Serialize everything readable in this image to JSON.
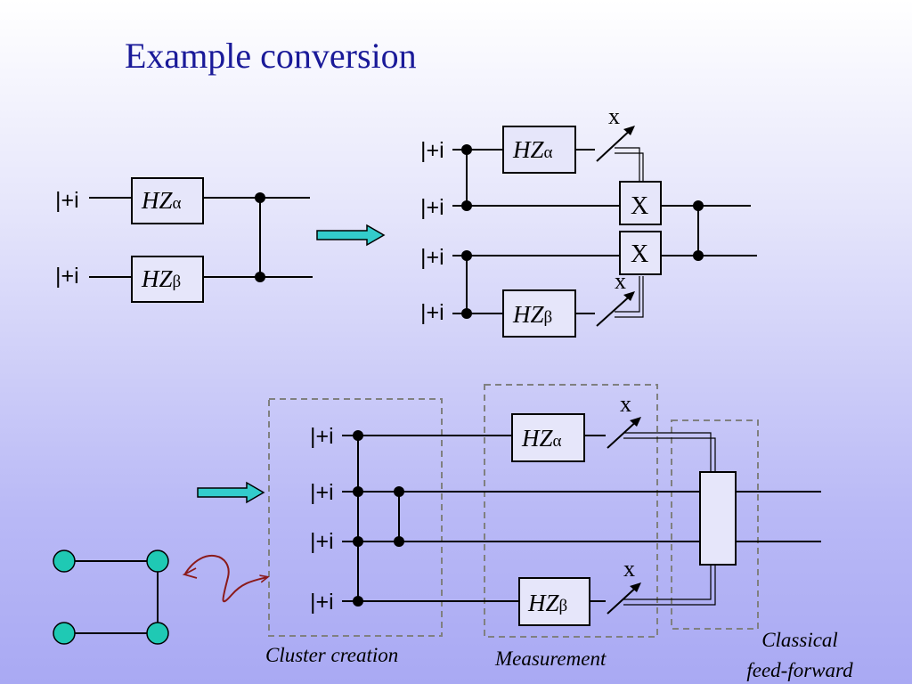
{
  "slide": {
    "title": "Example conversion"
  },
  "circuit_original": {
    "inputs": [
      "|+i",
      "|+i"
    ],
    "gates": [
      {
        "base": "HZ",
        "sub": "α"
      },
      {
        "base": "HZ",
        "sub": "β"
      }
    ]
  },
  "circuit_converted": {
    "inputs": [
      "|+i",
      "|+i",
      "|+i",
      "|+i"
    ],
    "gates": [
      {
        "base": "HZ",
        "sub": "α"
      },
      {
        "base": "HZ",
        "sub": "β"
      }
    ],
    "x_gates": [
      "X",
      "X"
    ],
    "measure_labels": [
      "x",
      "x"
    ]
  },
  "circuit_cluster": {
    "inputs": [
      "|+i",
      "|+i",
      "|+i",
      "|+i"
    ],
    "gates": [
      {
        "base": "HZ",
        "sub": "α"
      },
      {
        "base": "HZ",
        "sub": "β"
      }
    ],
    "measure_labels": [
      "x",
      "x"
    ],
    "regions": [
      "Cluster creation",
      "Measurement",
      "Classical",
      "feed-forward"
    ]
  },
  "colors": {
    "title": "#1a1a99",
    "arrow_fill": "#33cccc",
    "cluster_node": "#1fc9b4",
    "squiggle_arrow": "#8b1a1a",
    "gate_fill": "#e6e6fa"
  }
}
